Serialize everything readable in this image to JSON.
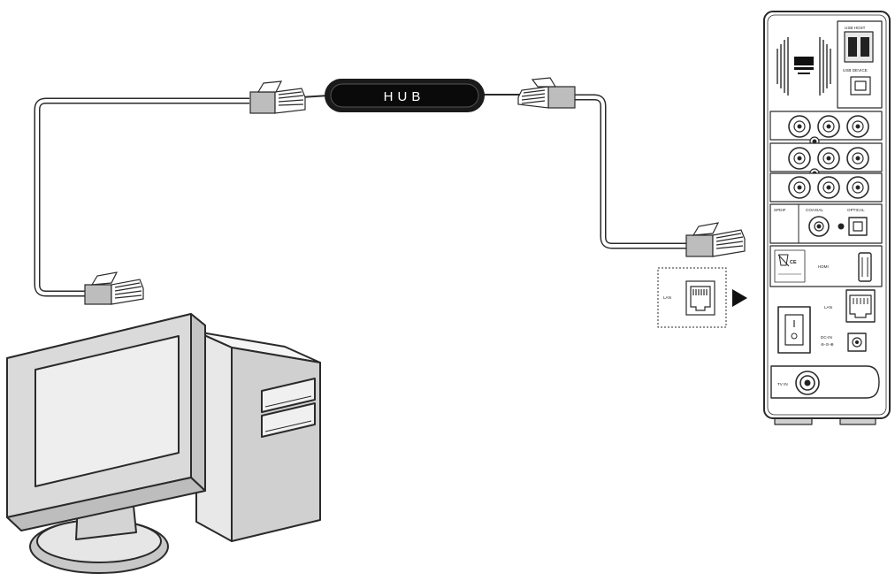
{
  "hub": {
    "label": "HUB"
  },
  "device": {
    "usb_host_label": "USB HOST",
    "usb_device_label": "USB DEVICE",
    "spdif_label": "SPDIF",
    "coaxial_label": "COAXIAL",
    "optical_label": "OPTICAL",
    "hdmi_label": "HDMI",
    "lan_label": "LAN",
    "dc_in_label": "DC-IN",
    "tv_in_label": "TV IN",
    "ce_mark": "CE"
  },
  "lan_callout": {
    "label": "LAN"
  },
  "colors": {
    "outline": "#2a2a2a",
    "plug": "#bdbdbd",
    "screen": "#e9e9e9",
    "hub_body": "#111111"
  }
}
